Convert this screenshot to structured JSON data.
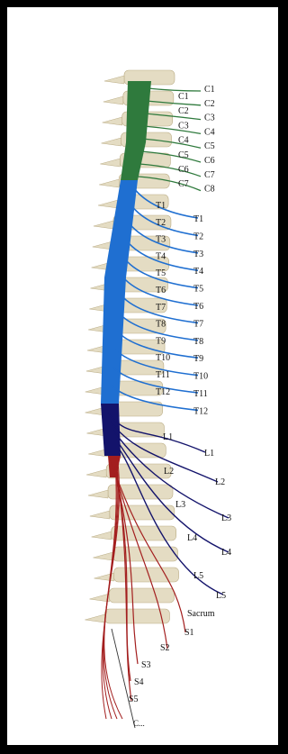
{
  "colors": {
    "cervical": "#2f7a3d",
    "thoracic": "#1f6fd1",
    "lumbar": "#13136b",
    "sacral": "#a31e1e",
    "bone": "#e4dcc3",
    "bone_edge": "#b9ab83",
    "frame": "#000000",
    "paper": "#ffffff"
  },
  "labels": {
    "cervical_inner": [
      "C1",
      "C2",
      "C3",
      "C4",
      "C5",
      "C6",
      "C7"
    ],
    "cervical_outer": [
      "C1",
      "C2",
      "C3",
      "C4",
      "C5",
      "C6",
      "C7",
      "C8"
    ],
    "thoracic_inner": [
      "T1",
      "T2",
      "T3",
      "T4",
      "T5",
      "T6",
      "T7",
      "T8",
      "T9",
      "T10",
      "T11",
      "T12"
    ],
    "thoracic_outer": [
      "T1",
      "T2",
      "T3",
      "T4",
      "T5",
      "T6",
      "T7",
      "T8",
      "T9",
      "T10",
      "T11",
      "T12"
    ],
    "lumbar_inner": [
      "L1",
      "L2",
      "L3",
      "L4",
      "L5"
    ],
    "lumbar_outer": [
      "L1",
      "L2",
      "L3",
      "L4",
      "L5"
    ],
    "sacrum": "Sacrum",
    "sacral": [
      "S1",
      "S2",
      "S3",
      "S4",
      "S5"
    ],
    "coccyx_partial": "C..."
  }
}
